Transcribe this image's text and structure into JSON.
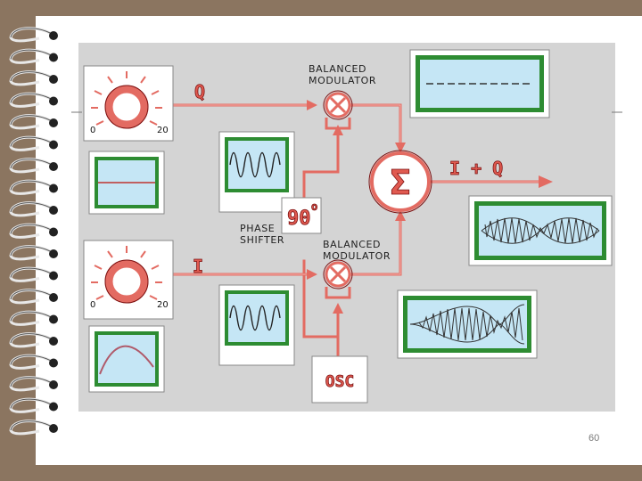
{
  "labels": {
    "q_signal": "Q",
    "i_signal": "I",
    "sum_symbol": "Σ",
    "output": "I + Q",
    "phase_value": "90",
    "phase_unit": "o",
    "top_modulator_line1": "BALANCED",
    "top_modulator_line2": "MODULATOR",
    "bottom_modulator_line1": "BALANCED",
    "bottom_modulator_line2": "MODULATOR",
    "phase_shifter_line1": "PHASE",
    "phase_shifter_line2": "SHIFTER",
    "oscillator": "OSC",
    "dial_q_min": "0",
    "dial_q_max": "20",
    "dial_i_min": "0",
    "dial_i_max": "20"
  },
  "page_number": "60",
  "colors": {
    "slide_background": "#ffffff",
    "diagram_background": "#d4d4d4",
    "frame_background": "#8b7560",
    "signal_line": "#e36b62",
    "scope_green": "#2d8c32",
    "scope_screen": "#c5e6f5"
  }
}
